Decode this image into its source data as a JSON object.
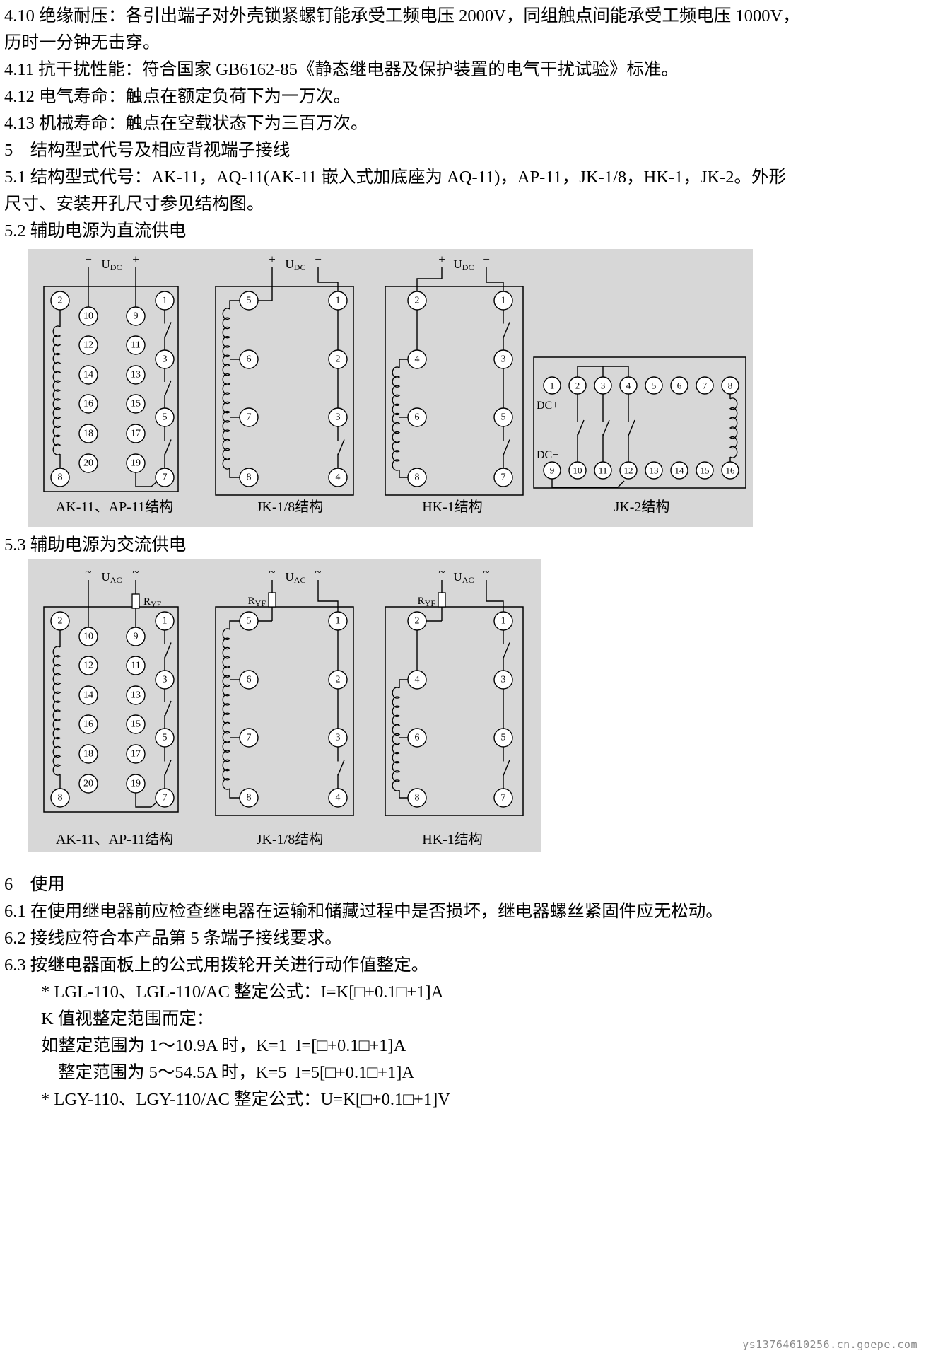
{
  "document": {
    "top_lines": [
      {
        "text": "4.10 绝缘耐压：各引出端子对外壳锁紧螺钉能承受工频电压 2000V，同组触点间能承受工频电压 1000V，",
        "indent": 0
      },
      {
        "text": "历时一分钟无击穿。",
        "indent": 0
      },
      {
        "text": "4.11 抗干扰性能：符合国家 GB6162-85《静态继电器及保护装置的电气干扰试验》标准。",
        "indent": 0
      },
      {
        "text": "4.12 电气寿命：触点在额定负荷下为一万次。",
        "indent": 0
      },
      {
        "text": "4.13 机械寿命：触点在空载状态下为三百万次。",
        "indent": 0
      },
      {
        "text": "5    结构型式代号及相应背视端子接线",
        "indent": 0
      },
      {
        "text": "5.1 结构型式代号：AK-11，AQ-11(AK-11 嵌入式加底座为 AQ-11)，AP-11，JK-1/8，HK-1，JK-2。外形",
        "indent": 0
      },
      {
        "text": "尺寸、安装开孔尺寸参见结构图。",
        "indent": 0
      },
      {
        "text": "5.2 辅助电源为直流供电",
        "indent": 0
      }
    ],
    "section_53": "5.3 辅助电源为交流供电",
    "bottom_lines": [
      {
        "text": "6    使用",
        "indent": 0
      },
      {
        "text": "6.1 在使用继电器前应检查继电器在运输和储藏过程中是否损坏，继电器螺丝紧固件应无松动。",
        "indent": 0
      },
      {
        "text": "6.2 接线应符合本产品第 5 条端子接线要求。",
        "indent": 0
      },
      {
        "text": "6.3 按继电器面板上的公式用拨轮开关进行动作值整定。",
        "indent": 0
      },
      {
        "text": "* LGL-110、LGL-110/AC 整定公式：I=K[□+0.1□+1]A",
        "indent": 1
      },
      {
        "text": "K 值视整定范围而定：",
        "indent": 1
      },
      {
        "text": "如整定范围为 1～10.9A 时，K=1  I=[□+0.1□+1]A",
        "indent": 1
      },
      {
        "text": "整定范围为 5～54.5A 时，K=5  I=5[□+0.1□+1]A",
        "indent": 2
      },
      {
        "text": "* LGY-110、LGY-110/AC 整定公式：U=K[□+0.1□+1]V",
        "indent": 1
      }
    ],
    "watermark": "ys13764610256.cn.goepe.com"
  },
  "dc_panel": {
    "diagrams": [
      {
        "type": "ak",
        "caption": "AK-11、AP-11结构",
        "terminals": [
          "2",
          "10",
          "9",
          "1",
          "12",
          "11",
          "3",
          "14",
          "13",
          "16",
          "15",
          "5",
          "18",
          "17",
          "20",
          "19",
          "8",
          "7"
        ],
        "supply": {
          "left": "−",
          "source_main": "U",
          "source_sub": "DC",
          "right": "+"
        }
      },
      {
        "type": "jk",
        "caption": "JK-1/8结构",
        "terminals": [
          "5",
          "1",
          "6",
          "2",
          "7",
          "3",
          "8",
          "4"
        ],
        "supply": {
          "left": "+",
          "source_main": "U",
          "source_sub": "DC",
          "right": "−"
        }
      },
      {
        "type": "hk",
        "caption": "HK-1结构",
        "terminals": [
          "2",
          "1",
          "4",
          "3",
          "6",
          "5",
          "8",
          "7"
        ],
        "supply": {
          "left": "+",
          "source_main": "U",
          "source_sub": "DC",
          "right": "−"
        }
      },
      {
        "type": "jk2",
        "caption": "JK-2结构",
        "terminals": [
          "1",
          "2",
          "3",
          "4",
          "5",
          "6",
          "7",
          "8",
          "9",
          "10",
          "11",
          "12",
          "13",
          "14",
          "15",
          "16"
        ],
        "labels": {
          "top": "DC+",
          "bottom": "DC−"
        }
      }
    ]
  },
  "ac_panel": {
    "diagrams": [
      {
        "type": "ak",
        "caption": "AK-11、AP-11结构",
        "terminals": [
          "2",
          "10",
          "9",
          "1",
          "12",
          "11",
          "3",
          "14",
          "13",
          "16",
          "15",
          "5",
          "18",
          "17",
          "20",
          "19",
          "8",
          "7"
        ],
        "supply": {
          "left": "~",
          "source_main": "U",
          "source_sub": "AC",
          "right": "~",
          "resistor_main": "R",
          "resistor_sub": "YF"
        }
      },
      {
        "type": "jk",
        "caption": "JK-1/8结构",
        "terminals": [
          "5",
          "1",
          "6",
          "2",
          "7",
          "3",
          "8",
          "4"
        ],
        "supply": {
          "left": "~",
          "source_main": "U",
          "source_sub": "AC",
          "right": "~",
          "resistor_main": "R",
          "resistor_sub": "YF"
        }
      },
      {
        "type": "hk",
        "caption": "HK-1结构",
        "terminals": [
          "2",
          "1",
          "4",
          "3",
          "6",
          "5",
          "8",
          "7"
        ],
        "supply": {
          "left": "~",
          "source_main": "U",
          "source_sub": "AC",
          "right": "~",
          "resistor_main": "R",
          "resistor_sub": "YF"
        }
      }
    ]
  }
}
